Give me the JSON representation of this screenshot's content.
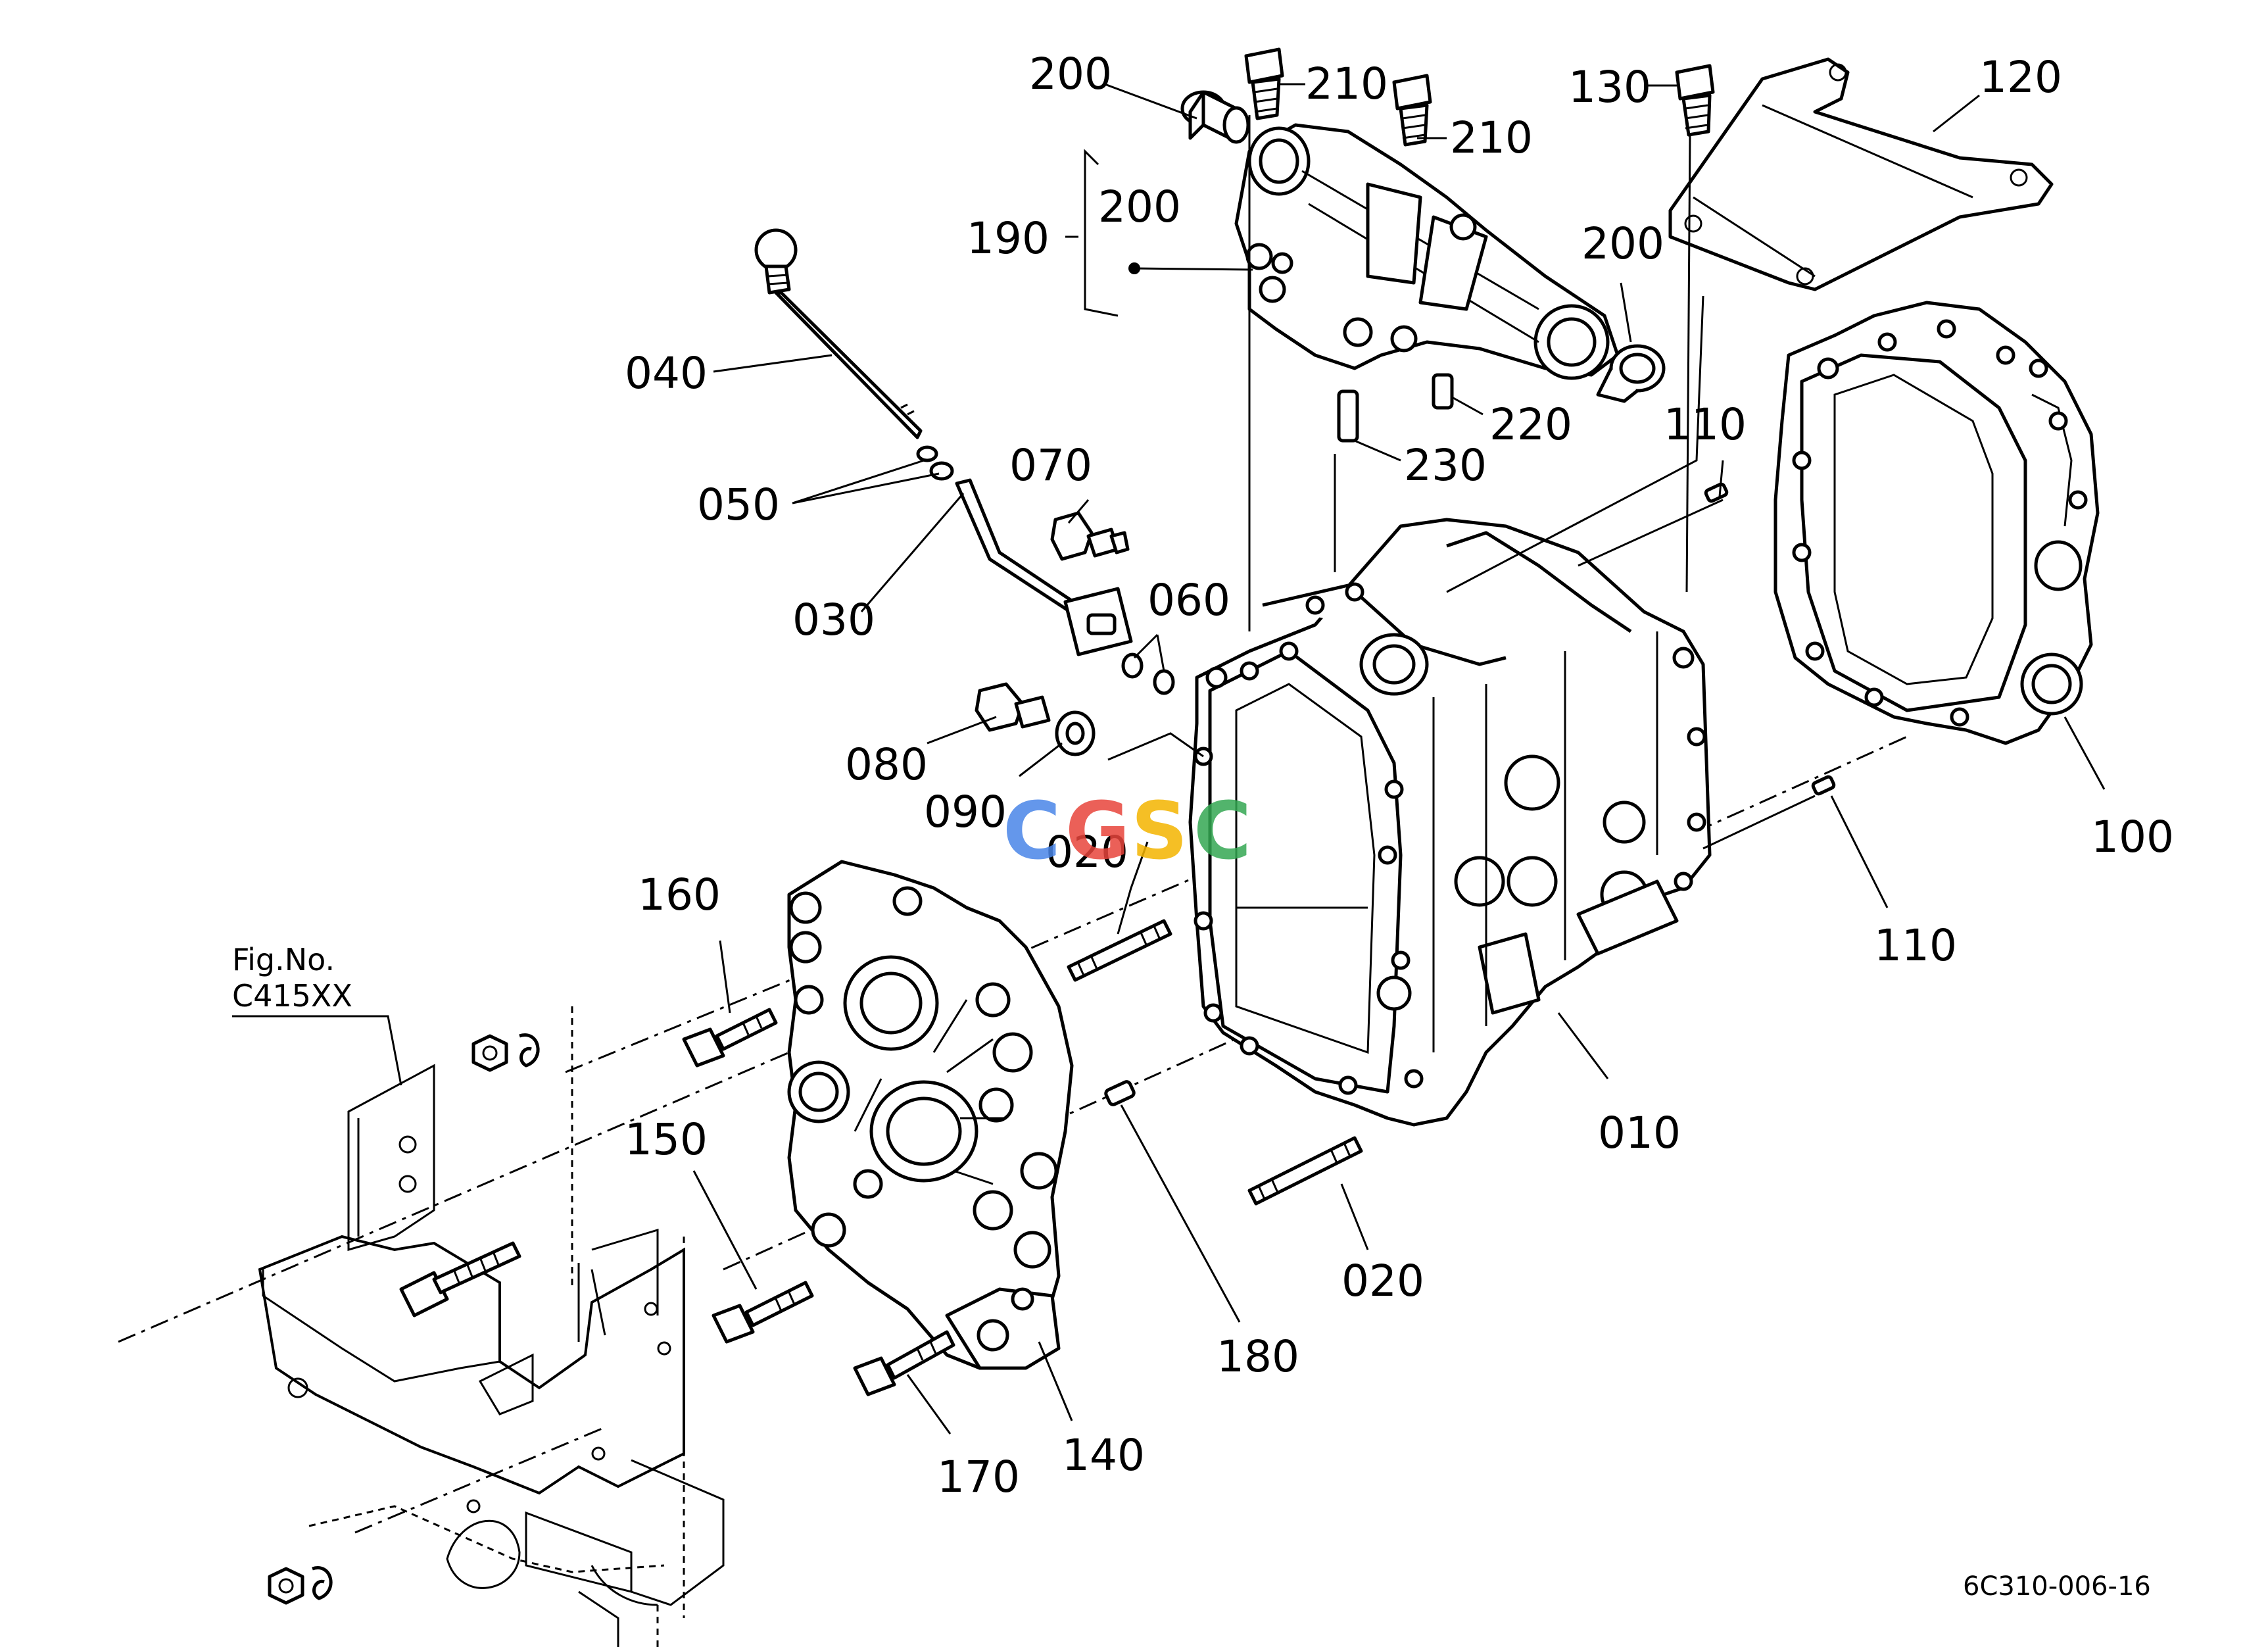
{
  "diagram": {
    "labels": {
      "p010": "010",
      "p020a": "020",
      "p020b": "020",
      "p030": "030",
      "p040": "040",
      "p050": "050",
      "p060": "060",
      "p070": "070",
      "p080": "080",
      "p090": "090",
      "p100": "100",
      "p110a": "110",
      "p110b": "110",
      "p120": "120",
      "p130": "130",
      "p140": "140",
      "p150": "150",
      "p160": "160",
      "p170": "170",
      "p180": "180",
      "p190": "190",
      "p200a": "200",
      "p200b": "200",
      "p200c": "200",
      "p210a": "210",
      "p210b": "210",
      "p220": "220",
      "p230": "230"
    },
    "figure_ref_line1": "Fig.No.",
    "figure_ref_line2": "C415XX",
    "drawing_code": "6C310-006-16",
    "watermark": {
      "c1": "C",
      "c2": "G",
      "c3": "S",
      "c4": "C"
    }
  },
  "colors": {
    "line": "#000000",
    "background": "#ffffff",
    "watermark_blue": "#4A86E8",
    "watermark_red": "#E8453C",
    "watermark_yellow": "#F4B400",
    "watermark_green": "#34A853"
  }
}
